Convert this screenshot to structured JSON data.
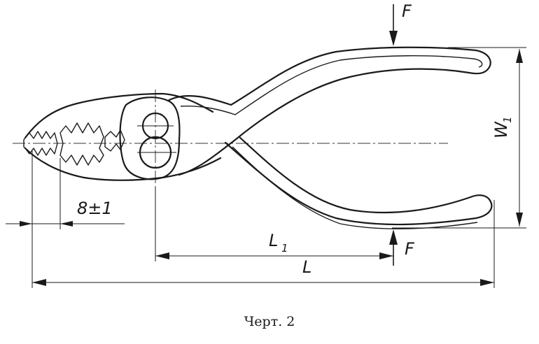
{
  "drawing": {
    "force_label": "F",
    "width_label": "W",
    "width_subscript": "1",
    "grip_length_label": "L",
    "grip_length_subscript": "1",
    "overall_length_label": "L",
    "jaw_tip_dimension": "8±1"
  },
  "caption": "Черт. 2"
}
